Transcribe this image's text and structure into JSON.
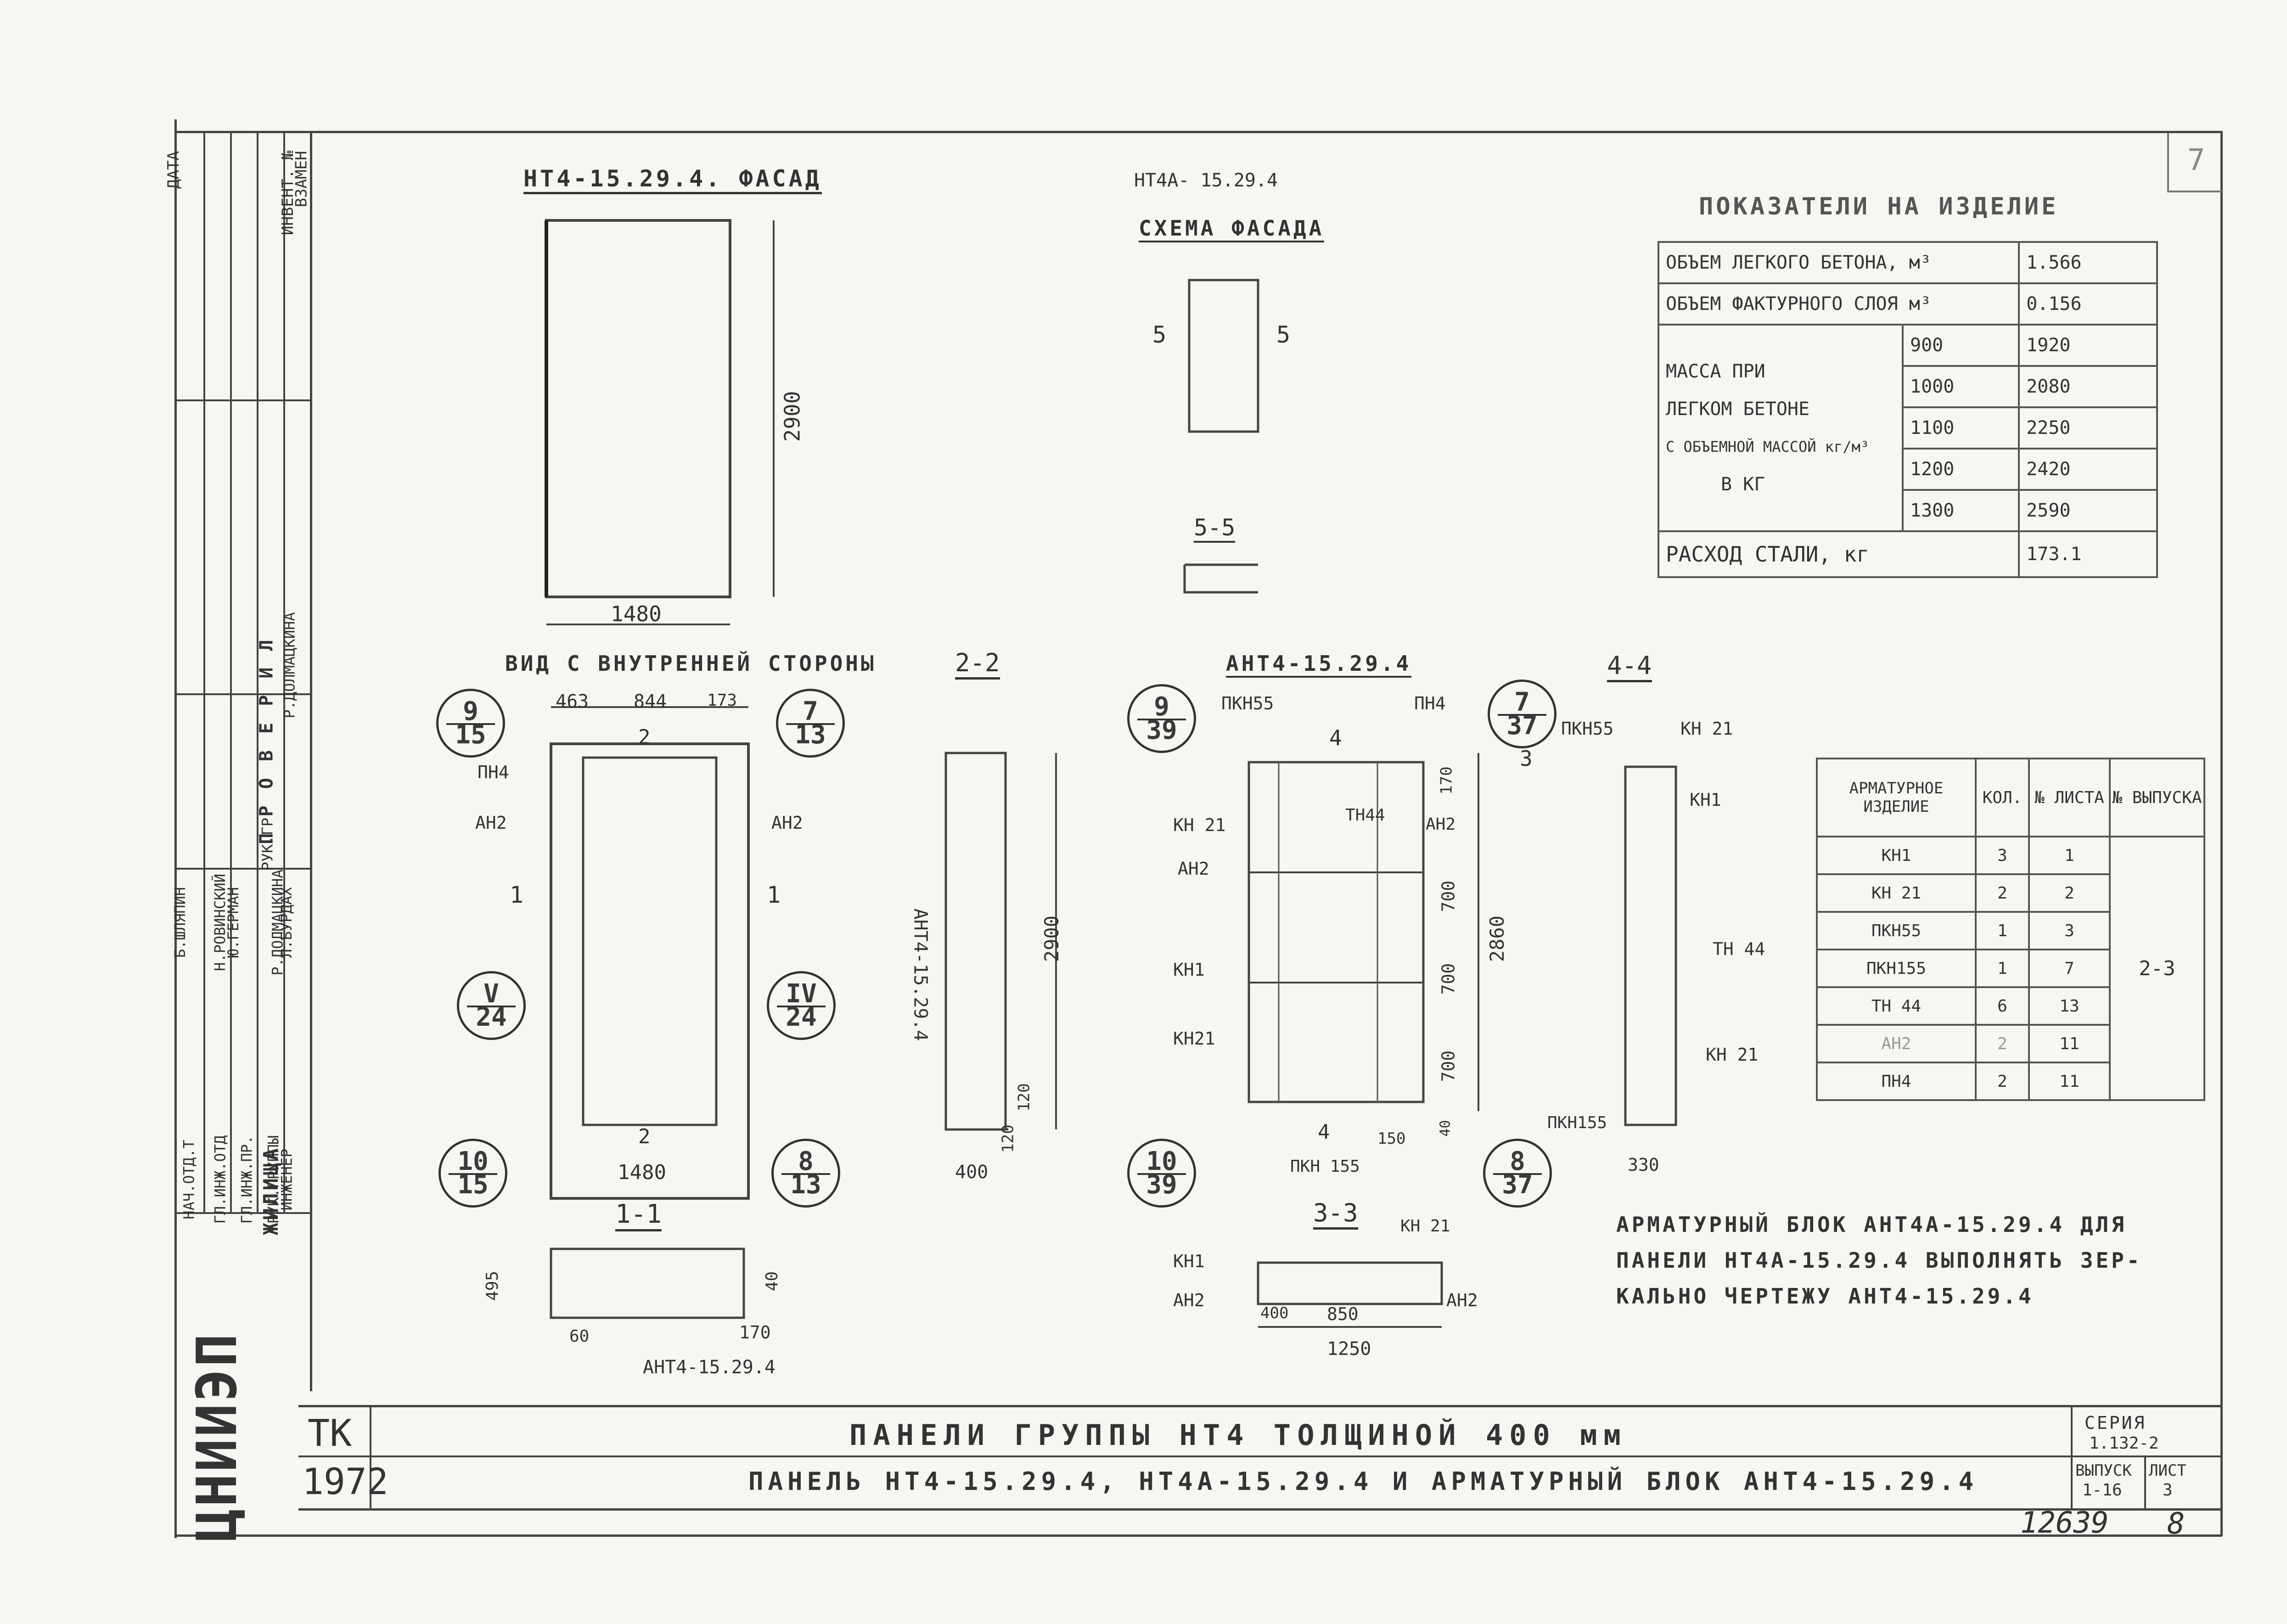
{
  "sheet": {
    "number": "7"
  },
  "facade": {
    "title": "НТ4-15.29.4.  ФАСАД",
    "height": "2900",
    "width": "1480"
  },
  "scheme": {
    "code": "НТ4А- 15.29.4",
    "title": "СХЕМА ФАСАДА",
    "cut_left": "5",
    "cut_right": "5",
    "section": "5-5"
  },
  "indicators": {
    "title": "ПОКАЗАТЕЛИ НА ИЗДЕЛИЕ",
    "rows": [
      {
        "label": "ОБЪЕМ ЛЕГКОГО БЕТОНА, м³",
        "value": "1.566"
      },
      {
        "label": "ОБЪЕМ ФАКТУРНОГО СЛОЯ м³",
        "value": "0.156"
      }
    ],
    "mass_label_lines": [
      "МАССА  ПРИ",
      "ЛЕГКОМ БЕТОНЕ",
      "С ОБЪЕМНОЙ МАССОЙ кг/м³",
      "В КГ"
    ],
    "mass_rows": [
      {
        "density": "900",
        "mass": "1920"
      },
      {
        "density": "1000",
        "mass": "2080"
      },
      {
        "density": "1100",
        "mass": "2250"
      },
      {
        "density": "1200",
        "mass": "2420"
      },
      {
        "density": "1300",
        "mass": "2590"
      }
    ],
    "steel": {
      "label": "РАСХОД СТАЛИ, кг",
      "value": "173.1"
    }
  },
  "inner_view": {
    "title": "ВИД С ВНУТРЕННЕЙ СТОРОНЫ",
    "dims": [
      "463",
      "844",
      "173"
    ],
    "width": "1480",
    "labels": {
      "pn4": "ПН4",
      "an2_left": "АН2",
      "an2_right": "АН2",
      "cut1_left": "1",
      "cut1_right": "1",
      "cut2_top": "2",
      "cut2_bottom": "2"
    },
    "callouts": [
      {
        "top": "9",
        "bottom": "15"
      },
      {
        "top": "7",
        "bottom": "13"
      },
      {
        "top": "V",
        "bottom": "24"
      },
      {
        "top": "IV",
        "bottom": "24"
      },
      {
        "top": "10",
        "bottom": "15"
      },
      {
        "top": "8",
        "bottom": "13"
      }
    ]
  },
  "section_1_1": {
    "title": "1-1",
    "dims": [
      "495",
      "40",
      "60",
      "170"
    ],
    "label": "АНТ4-15.29.4"
  },
  "section_2_2": {
    "title": "2-2",
    "label": "АНТ4-15.29.4",
    "height": "2900",
    "dims": [
      "120",
      "120",
      "400"
    ]
  },
  "block": {
    "title": "АНТ4-15.29.4",
    "labels": [
      "ПКН55",
      "ПН4",
      "КН 21",
      "ТН44",
      "АН2",
      "АН2",
      "КН1",
      "КН21",
      "ПКН 155"
    ],
    "dims": [
      "4",
      "700",
      "700",
      "700",
      "2860",
      "170",
      "150",
      "40",
      "4",
      "3"
    ],
    "callouts": [
      {
        "top": "9",
        "bottom": "39"
      },
      {
        "top": "7",
        "bottom": "37"
      },
      {
        "top": "10",
        "bottom": "39"
      },
      {
        "top": "8",
        "bottom": "37"
      }
    ]
  },
  "section_3_3": {
    "title": "3-3",
    "labels": [
      "КН 21",
      "КН1",
      "АН2",
      "АН2"
    ],
    "dims": [
      "400",
      "850",
      "1250"
    ]
  },
  "section_4_4": {
    "title": "4-4",
    "labels": [
      "ПКН55",
      "КН 21",
      "КН1",
      "ТН 44",
      "КН 21",
      "ПКН155"
    ],
    "dim": "330"
  },
  "rebar_table": {
    "headers": [
      "АРМАТУРНОЕ ИЗДЕЛИЕ",
      "КОЛ.",
      "№ ЛИСТА",
      "№ ВЫПУСКА"
    ],
    "rows": [
      [
        "КН1",
        "3",
        "1"
      ],
      [
        "КН 21",
        "2",
        "2"
      ],
      [
        "ПКН55",
        "1",
        "3"
      ],
      [
        "ПКН155",
        "1",
        "7"
      ],
      [
        "ТН 44",
        "6",
        "13"
      ],
      [
        "АН2",
        "2",
        "11"
      ],
      [
        "ПН4",
        "2",
        "11"
      ]
    ],
    "release": "2-3"
  },
  "note": [
    "АРМАТУРНЫЙ БЛОК АНТ4А-15.29.4 ДЛЯ",
    "ПАНЕЛИ НТ4А-15.29.4 ВЫПОЛНЯТЬ ЗЕР-",
    "КАЛЬНО ЧЕРТЕЖУ АНТ4-15.29.4"
  ],
  "title_block": {
    "org": "ЦНИИЭП",
    "org_sub": "ЖИЛИЩА",
    "tk": "ТК",
    "year": "1972",
    "title1": "ПАНЕЛИ  ГРУППЫ  НТ4  ТОЛЩИНОЙ  400 мм",
    "title2": "ПАНЕЛЬ НТ4-15.29.4, НТ4А-15.29.4 И АРМАТУРНЫЙ БЛОК АНТ4-15.29.4",
    "series_label": "СЕРИЯ",
    "series": "1.132-2",
    "issue_label": "ВЫПУСК",
    "issue": "1-16",
    "sheet_label": "ЛИСТ",
    "sheet": "3",
    "roles": [
      "НАЧ.ОТД.Т",
      "ГЛ.ИНЖ.ОТД",
      "ГЛ.ИНЖ.ПР.",
      "РУК.ГРУППЫ",
      "ИНЖЕНЕР"
    ],
    "names": [
      "Б.ШЛЯПИН",
      "Н.РОВИНСКИЙ",
      "Ю.ГЕРМАН",
      "Р.ДОЛМАЦКИНА",
      "Л.БУРДАХ"
    ],
    "check_label": "П Р О В Е Р И Л",
    "check_role": "РУК.ГР.",
    "check_name": "Р.ДОЛМАЦКИНА",
    "corner_labels": [
      "ДАТА",
      "ИНВЕНТ. №",
      "ВЗАМЕН"
    ]
  },
  "footer": {
    "inventory": "12639",
    "page": "8"
  }
}
